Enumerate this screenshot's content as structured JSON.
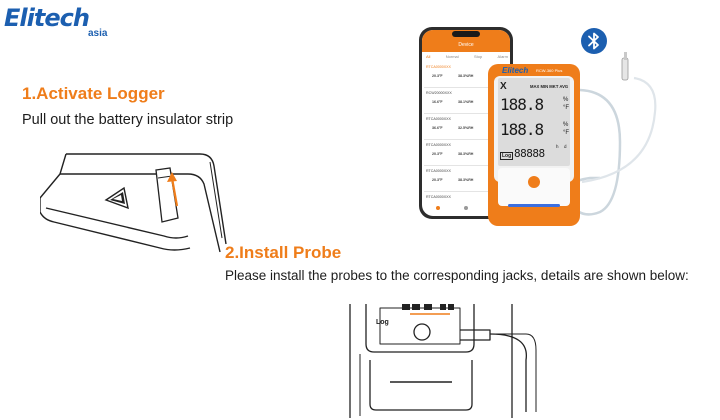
{
  "brand": {
    "name": "Elitech",
    "region": "asia",
    "color": "#1c5fb0"
  },
  "accent_color": "#ef7d1a",
  "steps": [
    {
      "title": "1.Activate Logger",
      "description": "Pull out the battery insulator strip"
    },
    {
      "title": "2.Install Probe",
      "description": "Please install the probes to the corresponding jacks, details are shown below:"
    }
  ],
  "phone_app": {
    "header_title": "Device",
    "tabs": [
      "All",
      "Normal",
      "Stop",
      "Alarm"
    ],
    "devices": [
      {
        "id": "RTCA0000XXX",
        "temp": "20.3°F",
        "hum": "38.3%RH"
      },
      {
        "id": "RCW20000XXX",
        "temp": "16.6°F",
        "hum": "38.1%RH"
      },
      {
        "id": "RTCA0000XXX",
        "temp": "36.6°F",
        "hum": "32.5%RH"
      },
      {
        "id": "RTCA0000XXX",
        "temp": "20.3°F",
        "hum": "38.3%RH"
      },
      {
        "id": "RTCA0000XXX",
        "temp": "20.3°F",
        "hum": "38.3%RH"
      },
      {
        "id": "RTCA0000XXX",
        "temp": "",
        "hum": ""
      }
    ]
  },
  "device": {
    "brand": "Elitech",
    "model": "RCW-360 Plus",
    "lcd_top_row": "MAX MIN MKT AVG",
    "reading_1": "188.8",
    "reading_1_unit": "%",
    "reading_1_unit_2": "°F",
    "reading_2": "188.8",
    "reading_2_unit": "%",
    "reading_2_unit_2": "°F",
    "log_label": "Log",
    "log_value": "88888",
    "log_suffix_1": "h",
    "log_suffix_2": "d"
  },
  "drawing": {
    "label": "Log"
  },
  "icons": [
    "bluetooth-icon",
    "arrow-up-icon",
    "probe-cable-icon"
  ]
}
